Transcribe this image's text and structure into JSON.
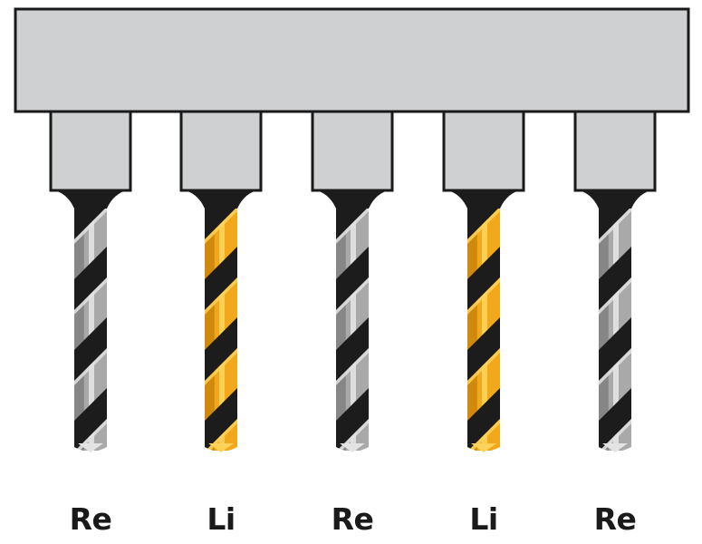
{
  "drills": [
    {
      "label": "Re",
      "coating": "silver",
      "colors": {
        "light": "#e3e3e3",
        "mid": "#a9a9a9",
        "dark": "#6a6a6a"
      }
    },
    {
      "label": "Li",
      "coating": "gold",
      "colors": {
        "light": "#ffd35a",
        "mid": "#f1a81c",
        "dark": "#b36f00"
      }
    },
    {
      "label": "Re",
      "coating": "silver",
      "colors": {
        "light": "#e3e3e3",
        "mid": "#a9a9a9",
        "dark": "#6a6a6a"
      }
    },
    {
      "label": "Li",
      "coating": "gold",
      "colors": {
        "light": "#ffd35a",
        "mid": "#f1a81c",
        "dark": "#b36f00"
      }
    },
    {
      "label": "Re",
      "coating": "silver",
      "colors": {
        "light": "#e3e3e3",
        "mid": "#a9a9a9",
        "dark": "#6a6a6a"
      }
    }
  ],
  "colors": {
    "holder_fill": "#cfd0d2",
    "outline": "#1a1a1a",
    "flute": "#1c1c1c"
  }
}
